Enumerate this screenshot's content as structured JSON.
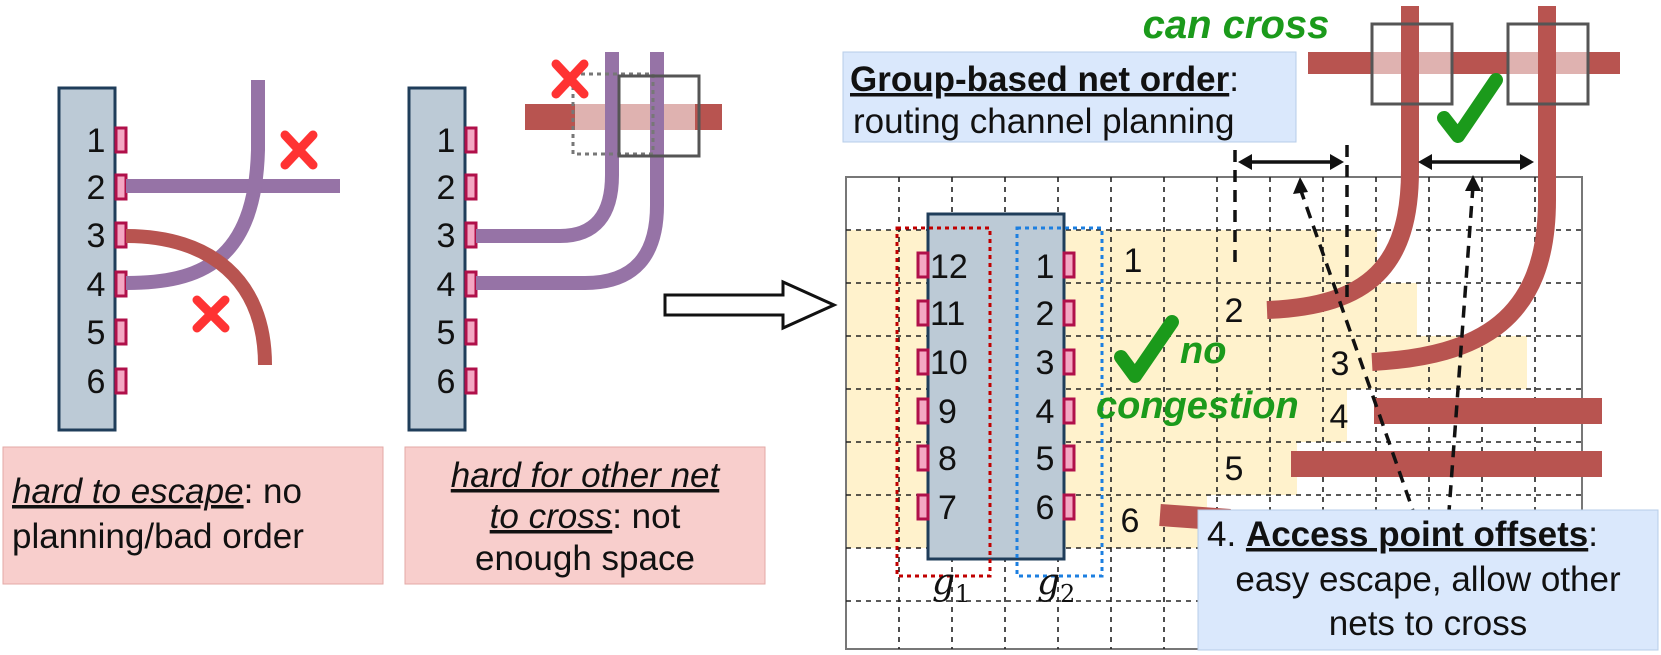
{
  "left_panel": {
    "pins": [
      "1",
      "2",
      "3",
      "4",
      "5",
      "6"
    ],
    "caption": {
      "line1_underlined": "hard to escape",
      "line1_rest": ": no",
      "line2": "planning/bad order"
    }
  },
  "middle_panel": {
    "pins": [
      "1",
      "2",
      "3",
      "4",
      "5",
      "6"
    ],
    "caption": {
      "line1": "hard for other net",
      "line2_underlined": "to cross",
      "line2_rest": ": not",
      "line3": "enough space"
    }
  },
  "right_panel": {
    "can_cross": "can cross",
    "group_box": {
      "title": "Group-based net order",
      "colon": ":",
      "subtitle": "routing channel planning"
    },
    "pins_left": [
      "12",
      "11",
      "10",
      "9",
      "8",
      "7"
    ],
    "pins_right": [
      "1",
      "2",
      "3",
      "4",
      "5",
      "6"
    ],
    "track_labels": [
      "1",
      "2",
      "3",
      "4",
      "5",
      "6"
    ],
    "no_congestion": {
      "line1": "no",
      "line2": "congestion"
    },
    "group_labels": {
      "g1": "g",
      "g1_sub": "1",
      "g2": "g",
      "g2_sub": "2"
    },
    "access_box": {
      "number": "4. ",
      "title": "Access point offsets",
      "colon": ":",
      "line2": "easy escape, allow other",
      "line3": "nets to cross"
    }
  },
  "colors": {
    "pin_body": "#bccad6",
    "pin_border": "#1f3d5a",
    "pin_pad": "#b0104a",
    "purple_net": "#9673a6",
    "red_net": "#b85450",
    "cross_mark": "#ff3333",
    "green": "#1b9a1b",
    "pink_caption": "#f8cecc",
    "blue_caption": "#dae8fc",
    "highlight": "#fff2cc"
  }
}
